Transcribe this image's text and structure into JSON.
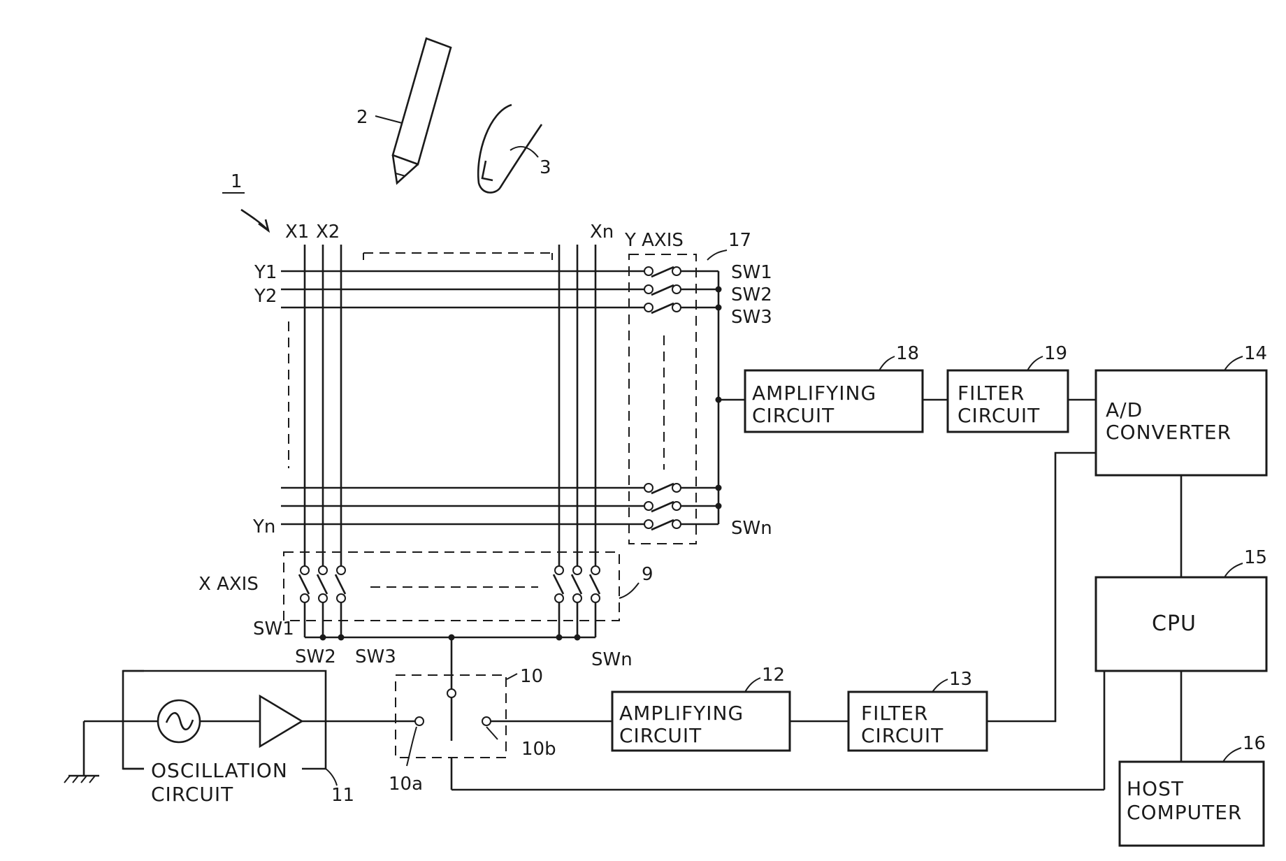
{
  "labels": {
    "panel": "1",
    "pen": "2",
    "finger": "3",
    "x1": "X1",
    "x2": "X2",
    "xn": "Xn",
    "y1": "Y1",
    "y2": "Y2",
    "yn": "Yn",
    "y_axis": "Y AXIS",
    "x_axis": "X AXIS",
    "ysw1": "SW1",
    "ysw2": "SW2",
    "ysw3": "SW3",
    "yswn": "SWn",
    "xsw1": "SW1",
    "xsw2": "SW2",
    "xsw3": "SW3",
    "xswn": "SWn",
    "ref_y_switch": "17",
    "ref_x_switch": "9",
    "ref_switch": "10",
    "ref_10a": "10a",
    "ref_10b": "10b",
    "ref_osc": "11"
  },
  "blocks": {
    "amp18": {
      "ref": "18",
      "line1": "AMPLIFYING",
      "line2": "CIRCUIT"
    },
    "filter19": {
      "ref": "19",
      "line1": "FILTER",
      "line2": "CIRCUIT"
    },
    "adc14": {
      "ref": "14",
      "line1": "A/D",
      "line2": "CONVERTER"
    },
    "cpu15": {
      "ref": "15",
      "line1": "CPU"
    },
    "host16": {
      "ref": "16",
      "line1": "HOST",
      "line2": "COMPUTER"
    },
    "amp12": {
      "ref": "12",
      "line1": "AMPLIFYING",
      "line2": "CIRCUIT"
    },
    "filter13": {
      "ref": "13",
      "line1": "FILTER",
      "line2": "CIRCUIT"
    },
    "osc11": {
      "line1": "OSCILLATION",
      "line2": "CIRCUIT"
    }
  }
}
